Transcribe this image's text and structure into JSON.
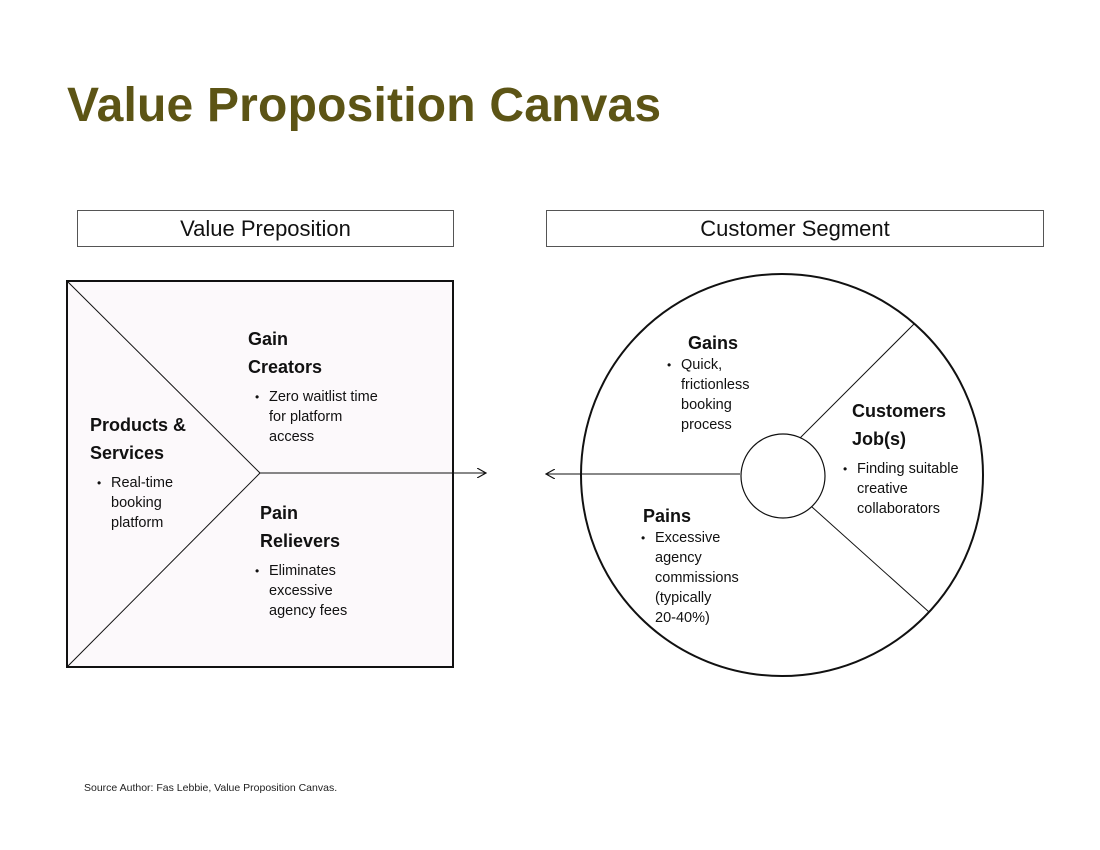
{
  "title": "Value Proposition Canvas",
  "headers": {
    "value_proposition": "Value Preposition",
    "customer_segment": "Customer Segment"
  },
  "value_map": {
    "products_services": {
      "title_line1": "Products &",
      "title_line2": "Services",
      "items": [
        "Real-time",
        "booking",
        "platform"
      ]
    },
    "gain_creators": {
      "title_line1": "Gain",
      "title_line2": "Creators",
      "items": [
        "Zero waitlist time",
        "for platform",
        "access"
      ]
    },
    "pain_relievers": {
      "title_line1": "Pain",
      "title_line2": "Relievers",
      "items": [
        "Eliminates",
        "excessive",
        "agency fees"
      ]
    }
  },
  "customer_profile": {
    "gains": {
      "title": "Gains",
      "items": [
        "Quick,",
        "frictionless",
        "booking",
        "process"
      ]
    },
    "customer_jobs": {
      "title_line1": "Customers",
      "title_line2": "Job(s)",
      "items": [
        "Finding suitable",
        "creative",
        "collaborators"
      ]
    },
    "pains": {
      "title": "Pains",
      "items": [
        "Excessive",
        "agency",
        "commissions",
        "(typically",
        "20-40%)"
      ]
    }
  },
  "source": "Source Author: Fas Lebbie, Value Proposition Canvas.",
  "colors": {
    "title": "#5c5415",
    "square_fill": "#fcf9fb",
    "stroke": "#111111"
  }
}
